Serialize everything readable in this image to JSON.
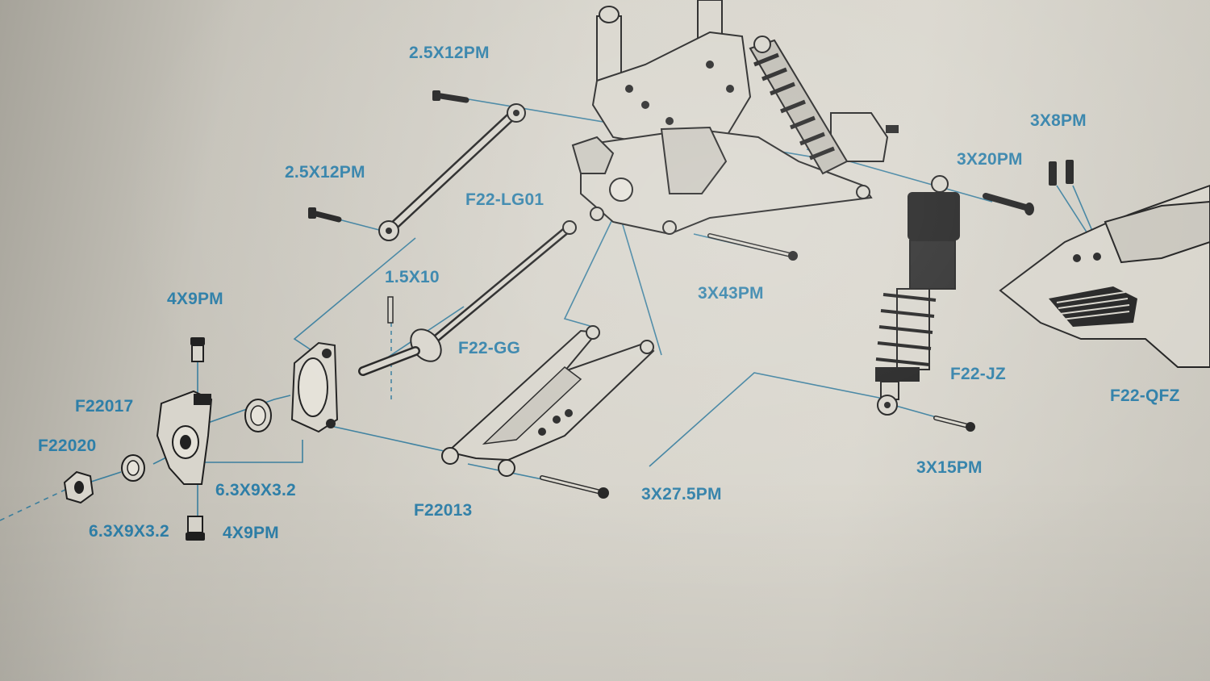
{
  "labels": {
    "screw_top": "2.5X12PM",
    "screw_left": "2.5X12PM",
    "link": "F22-LG01",
    "pin": "1.5X10",
    "kingpin_top": "4X9PM",
    "driveshaft": "F22-GG",
    "knuckle": "F22017",
    "hex": "F22020",
    "spacer_mid": "6.3X9X3.2",
    "spacer_left": "6.3X9X3.2",
    "kingpin_bottom": "4X9PM",
    "arm": "F22013",
    "arm_pin": "3X27.5PM",
    "chassis_pin": "3X43PM",
    "shock_screw": "3X20PM",
    "bumper_screws": "3X8PM",
    "shock": "F22-JZ",
    "shock_pin": "3X15PM",
    "bumper": "F22-QFZ"
  },
  "colors": {
    "label": "#2e7fa8",
    "leader": "#3b7f9e",
    "part_line": "#1e1e1e"
  }
}
